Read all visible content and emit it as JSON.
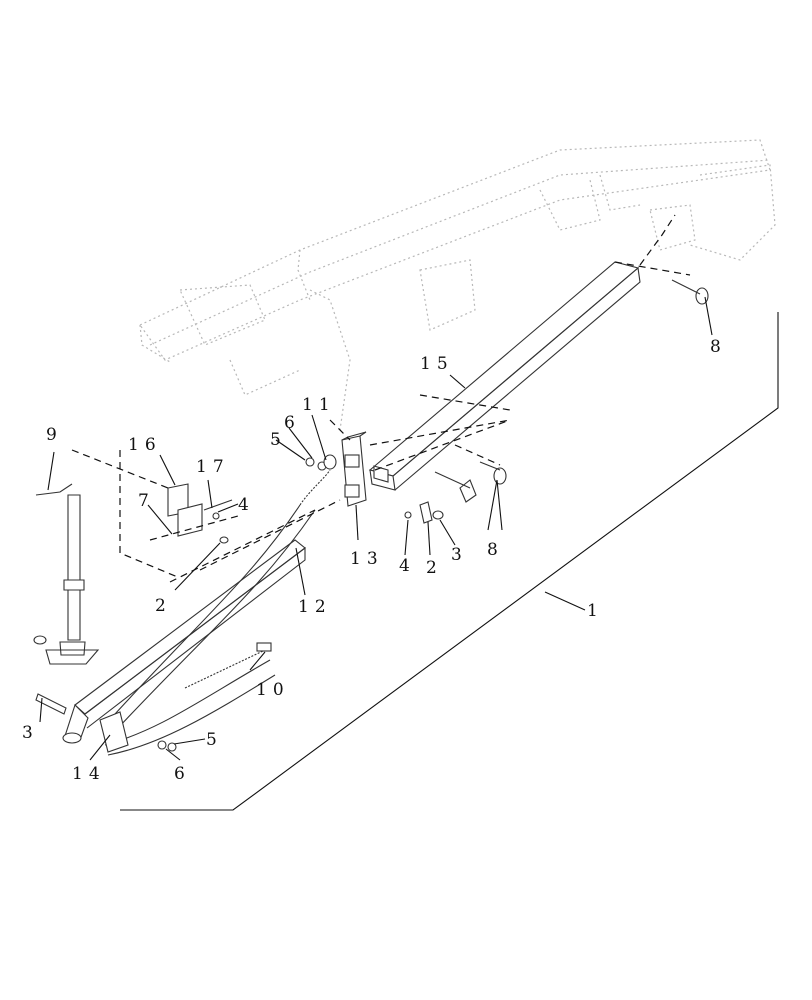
{
  "diagram": {
    "kind": "exploded parts diagram",
    "callouts": [
      {
        "id": "c1",
        "label": "1"
      },
      {
        "id": "c2a",
        "label": "2"
      },
      {
        "id": "c2b",
        "label": "2"
      },
      {
        "id": "c3a",
        "label": "3"
      },
      {
        "id": "c3b",
        "label": "3"
      },
      {
        "id": "c4a",
        "label": "4"
      },
      {
        "id": "c4b",
        "label": "4"
      },
      {
        "id": "c5a",
        "label": "5"
      },
      {
        "id": "c5b",
        "label": "5"
      },
      {
        "id": "c6a",
        "label": "6"
      },
      {
        "id": "c6b",
        "label": "6"
      },
      {
        "id": "c7",
        "label": "7"
      },
      {
        "id": "c8a",
        "label": "8"
      },
      {
        "id": "c8b",
        "label": "8"
      },
      {
        "id": "c9",
        "label": "9"
      },
      {
        "id": "c10",
        "label": "10"
      },
      {
        "id": "c11",
        "label": "11"
      },
      {
        "id": "c12",
        "label": "12"
      },
      {
        "id": "c13",
        "label": "13"
      },
      {
        "id": "c14",
        "label": "14"
      },
      {
        "id": "c15",
        "label": "15"
      },
      {
        "id": "c16",
        "label": "16"
      },
      {
        "id": "c17",
        "label": "17"
      }
    ]
  }
}
